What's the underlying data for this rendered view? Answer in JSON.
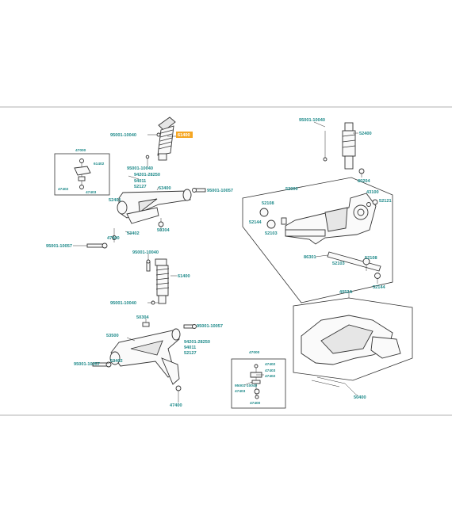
{
  "diagram": {
    "title": "",
    "highlight_color": "#f5a623",
    "label_color": "#1e8a8a",
    "labels": {
      "l01": "95001-10040",
      "l02": "61400",
      "l03": "95001-10040",
      "l04": "47000",
      "l05": "61402",
      "l06": "47402",
      "l07": "47403",
      "l08": "94201-28250",
      "l09": "94011",
      "l10": "52127",
      "l11": "53400",
      "l12": "95001-10057",
      "l13": "52401",
      "l14": "47400",
      "l15": "53402",
      "l16": "50304",
      "l17": "95001-10057",
      "l18": "95001-10040",
      "l19": "61400",
      "l20": "95001-10040",
      "l21": "50304",
      "l22": "95001-10057",
      "l23": "53500",
      "l24": "94201-28250",
      "l25": "94011",
      "l26": "52127",
      "l27": "95001-10057",
      "l28": "53402",
      "l29": "47400",
      "l30": "95001-10040",
      "l31": "52400",
      "l32": "80204",
      "l33": "52000",
      "l34": "43100",
      "l35": "52121",
      "l36": "52108",
      "l37": "52144",
      "l38": "52103",
      "l39": "86301",
      "l40": "52108",
      "l41": "52103",
      "l42": "52144",
      "l43": "4052A",
      "l44": "47000",
      "l45": "47402",
      "l46": "47403",
      "l47": "47402",
      "l48": "95001-10040",
      "l49": "47403",
      "l50": "47400",
      "l51": "50400"
    }
  }
}
